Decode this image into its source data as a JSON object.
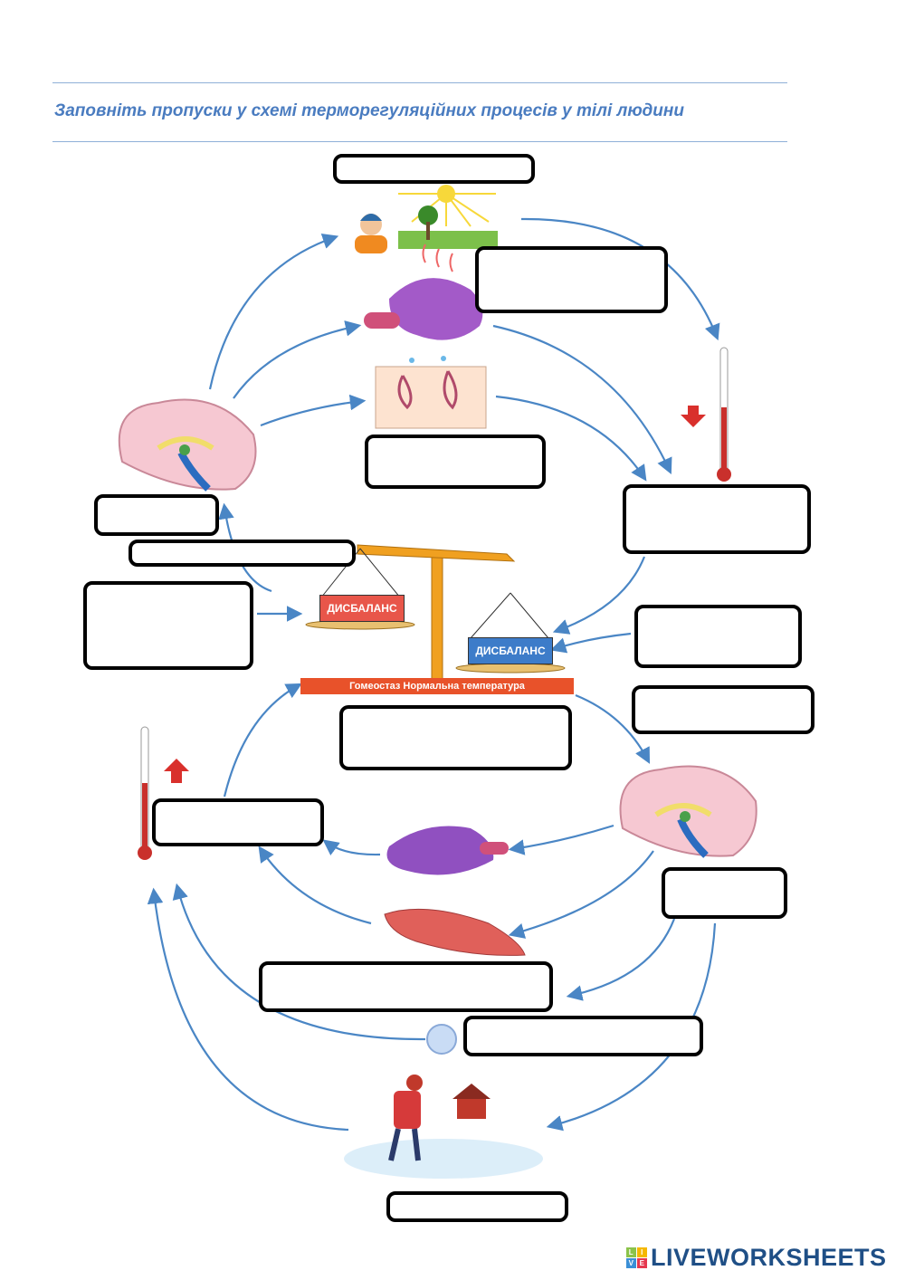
{
  "instruction": "Заповніть пропуски у схемі терморегуляційних процесів у тілі людини",
  "scale": {
    "left_plate": "ДИСБАЛАНС",
    "right_plate": "ДИСБАЛАНС",
    "base": "Гомеостаз Нормальна температура"
  },
  "blank_count": 15,
  "icons": [
    "sun-person-icon",
    "liver-icon",
    "skin-sweat-icon",
    "brain-icon",
    "thermometer-down-icon",
    "thermometer-up-icon",
    "muscle-icon",
    "fat-cell-icon",
    "cold-person-icon"
  ],
  "colors": {
    "title": "#4a7cc0",
    "arrow": "#4a86c5",
    "imbalance_hot": "#e8564a",
    "imbalance_cold": "#3d7cc9",
    "base": "#e8522a"
  },
  "logo": {
    "text": "LIVEWORKSHEETS",
    "tiles": [
      "L",
      "I",
      "V",
      "E"
    ]
  }
}
